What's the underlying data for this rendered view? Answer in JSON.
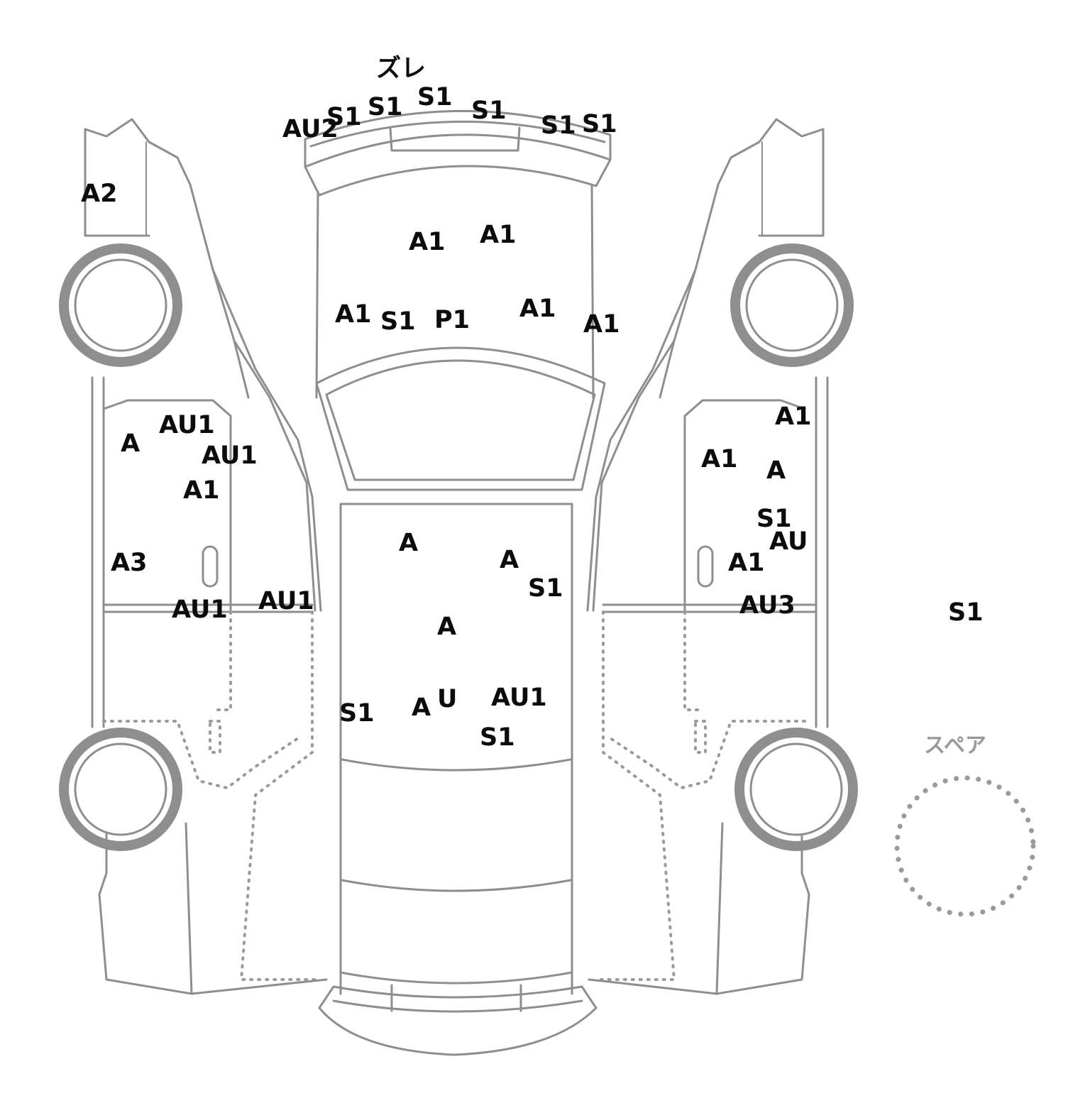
{
  "spare_tire_label": "スペア",
  "front": {
    "note": "ズレ",
    "marks": [
      "AU2",
      "S1",
      "S1",
      "S1",
      "S1",
      "S1",
      "S1"
    ]
  },
  "hood": {
    "marks": [
      "A1",
      "A1",
      "A1",
      "S1",
      "P1",
      "A1",
      "A1"
    ]
  },
  "roof": {
    "marks": [
      "A",
      "A",
      "S1",
      "A",
      "S1",
      "A",
      "U",
      "AU1",
      "S1"
    ]
  },
  "left_side": {
    "marks": [
      "A2",
      "A",
      "AU1",
      "AU1",
      "A1",
      "A3",
      "AU1",
      "AU1"
    ]
  },
  "right_side": {
    "marks": [
      "A1",
      "A1",
      "A",
      "S1",
      "AU",
      "A1",
      "AU3"
    ]
  },
  "spare": {
    "marks": [
      "S1"
    ]
  }
}
